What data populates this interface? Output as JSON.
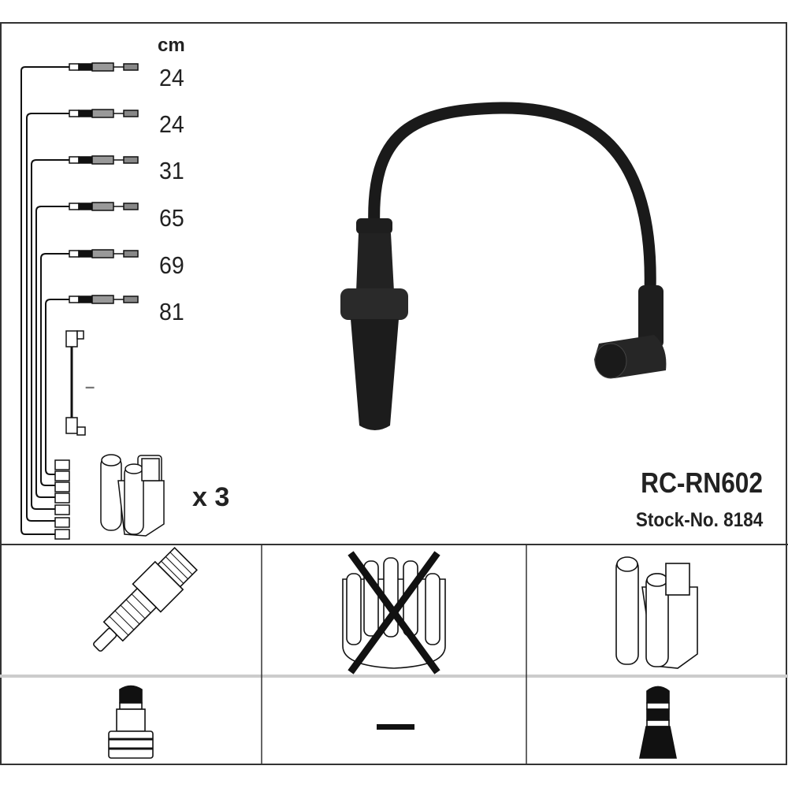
{
  "set": {
    "title": "RC-RN602",
    "stock_number": "Stock-No. 8184",
    "unit": "cm",
    "lengths": [
      "24",
      "24",
      "31",
      "65",
      "69",
      "81"
    ],
    "coil_multiplier": "x 3",
    "extra_wire_dash": "–"
  },
  "compatibility": {
    "spark_plug": "spark-plug-icon",
    "distributor_cap": "distributor-cap-crossed-icon",
    "ignition_coil": "ignition-coil-icon",
    "plug_boot": "plug-boot-straight-icon",
    "center_dash": "—",
    "coil_boot": "coil-boot-icon"
  }
}
